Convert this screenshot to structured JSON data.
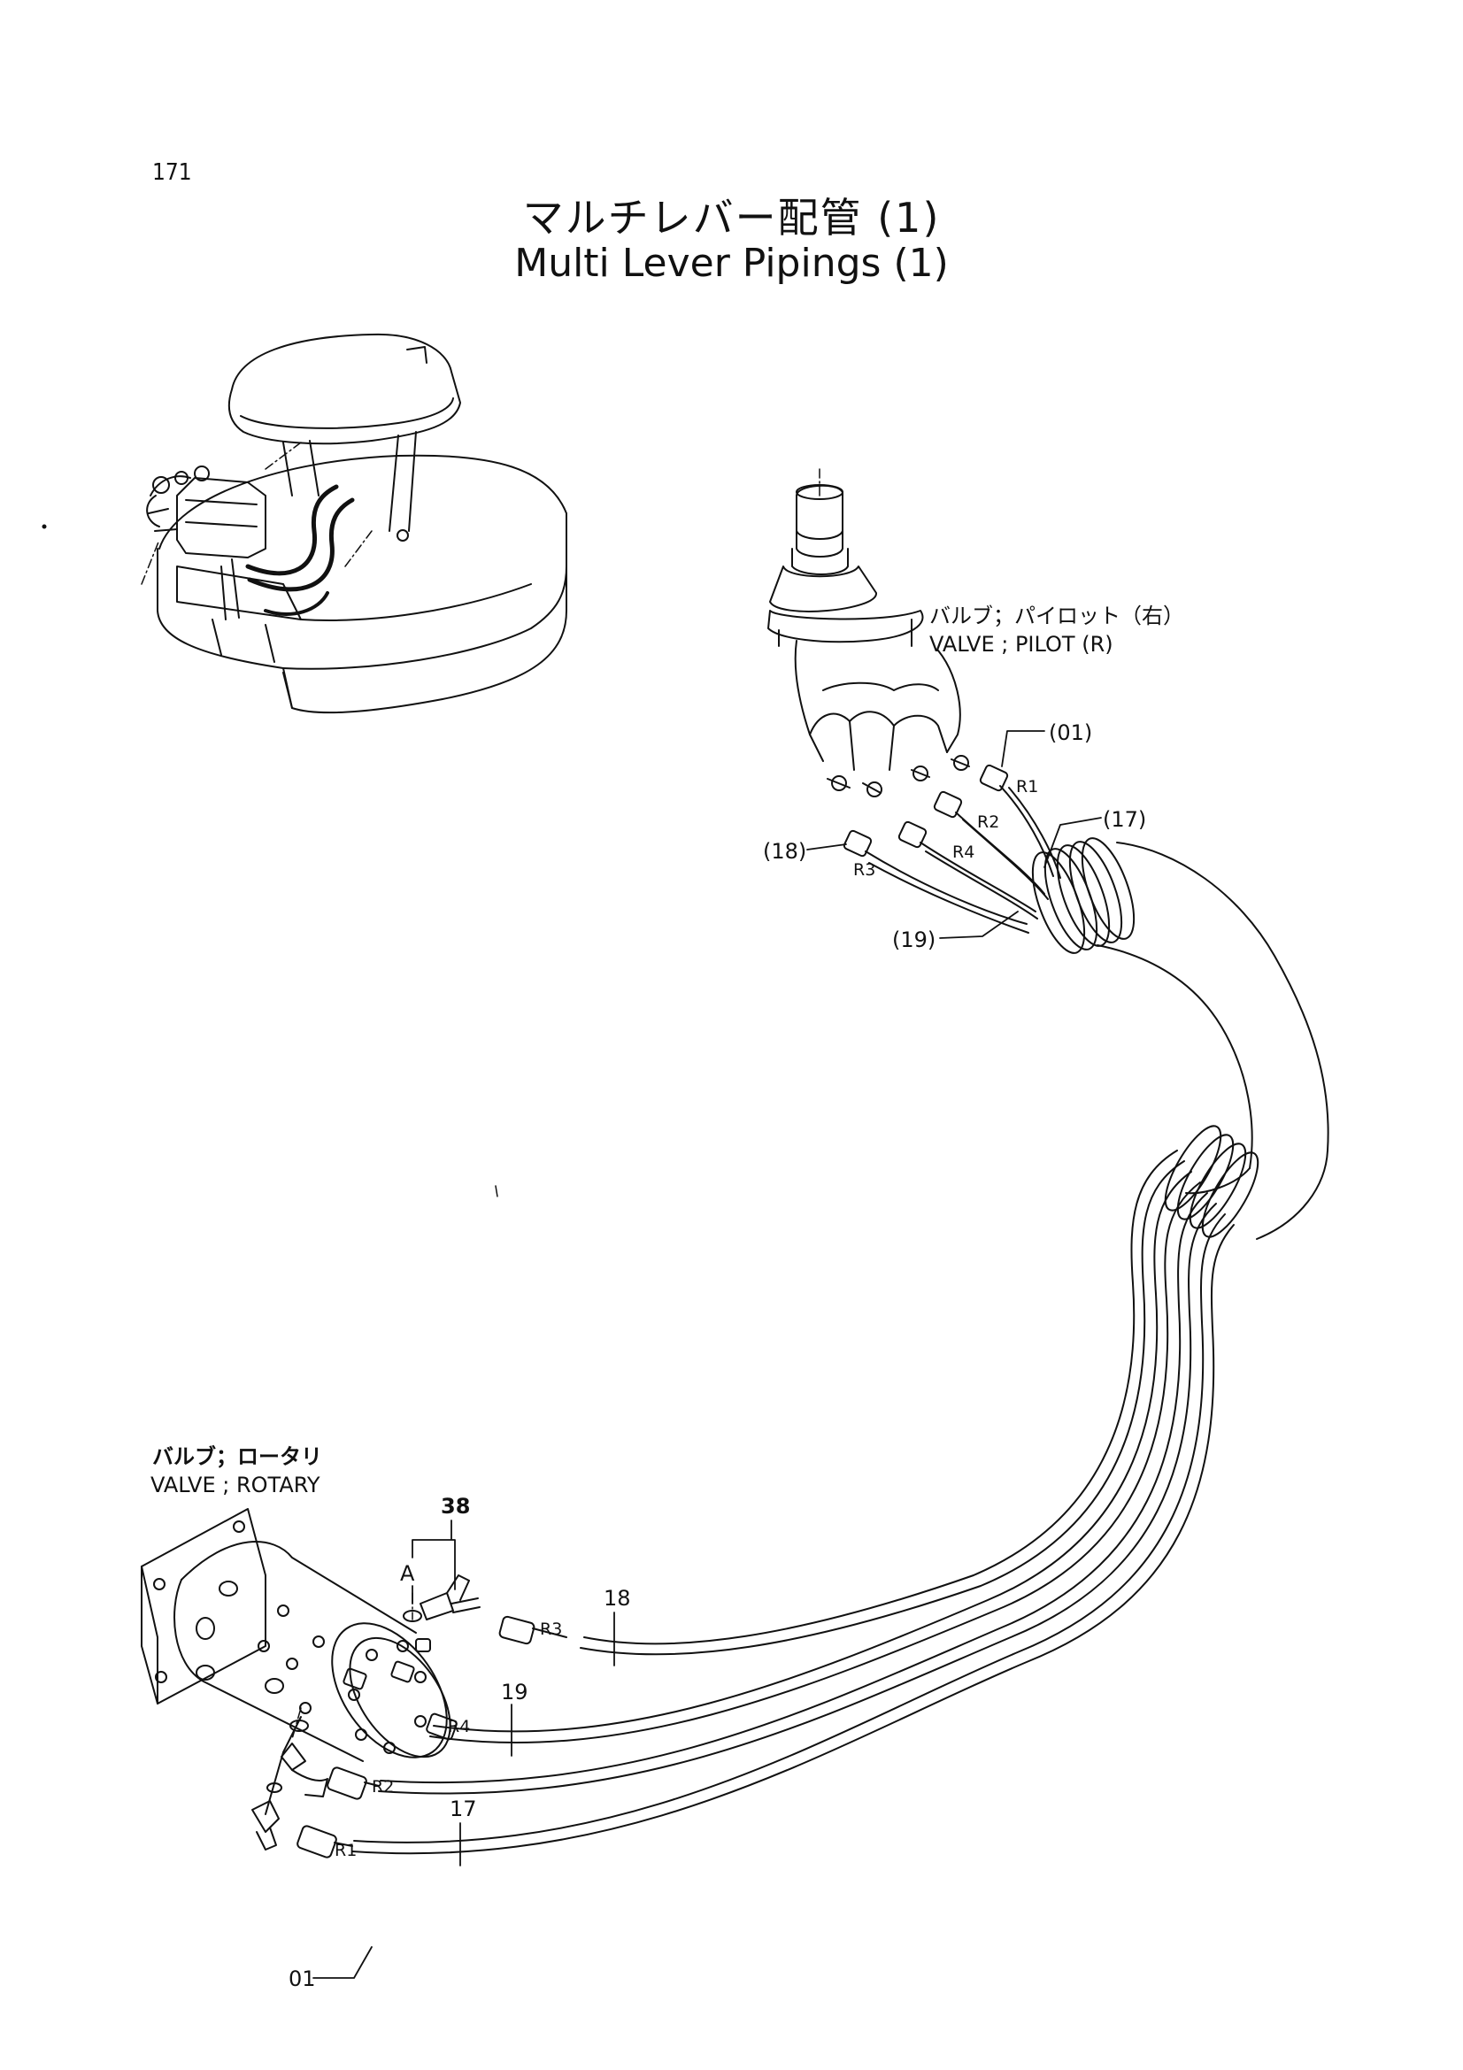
{
  "page_number": "171",
  "title_ja": "マルチレバー配管 (1)",
  "title_en": "Multi Lever Pipings (1)",
  "valve_pilot": {
    "ja": "バルブ；パイロット（右）",
    "en": "VALVE ; PILOT (R)"
  },
  "valve_rotary": {
    "ja": "バルブ；ロータリ",
    "en": "VALVE ; ROTARY"
  },
  "callouts": {
    "c01": "(01)",
    "c17": "(17)",
    "c18": "(18)",
    "c19": "(19)",
    "n38": "38",
    "nA": "A",
    "n18": "18",
    "n19": "19",
    "n17": "17",
    "n01": "01"
  },
  "ports": {
    "top_r1": "R1",
    "top_r2": "R2",
    "top_r3": "R3",
    "top_r4": "R4",
    "bot_r1": "R1",
    "bot_r2": "R2",
    "bot_r3": "R3",
    "bot_r4": "R4"
  }
}
